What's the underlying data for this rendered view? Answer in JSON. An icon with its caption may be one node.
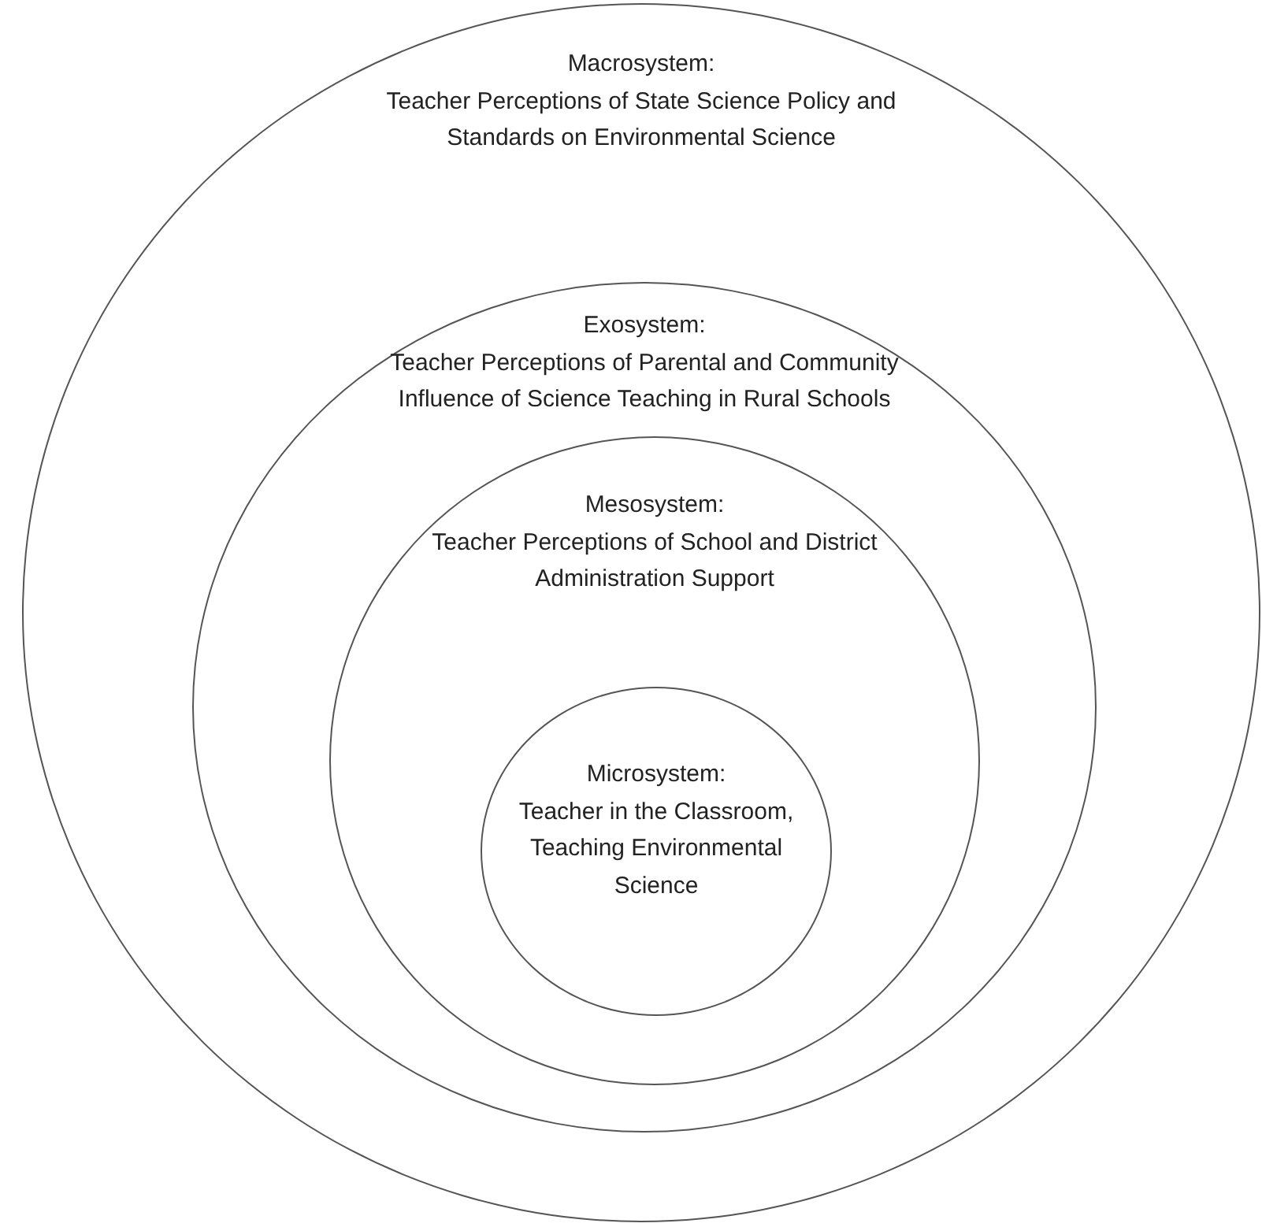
{
  "diagram": {
    "nodes": [
      {
        "text": [
          "Macrosystem:",
          "Teacher Perceptions of State Science Policy and Standards on Environmental Science"
        ]
      },
      {
        "text": [
          "Exosystem:",
          "Teacher Perceptions of Parental and Community Influence of Science Teaching in Rural Schools"
        ],
        "in": 0
      },
      {
        "text": [
          "Mesosystem:",
          "Teacher Perceptions of School and District Administration Support"
        ],
        "in": 1
      },
      {
        "text": [
          "Microsystem:",
          "Teacher in the Classroom, Teaching Environmental Science"
        ],
        "in": 2
      }
    ]
  }
}
